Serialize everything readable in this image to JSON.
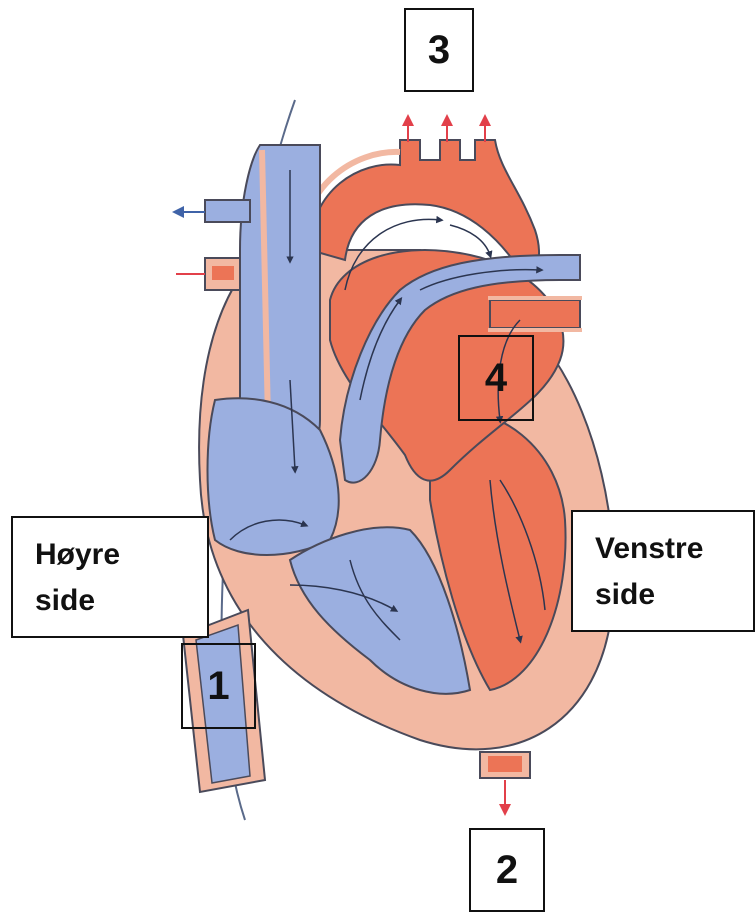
{
  "labels": {
    "right_side_line1": "Høyre",
    "right_side_line2": "side",
    "left_side_line1": "Venstre",
    "left_side_line2": "side",
    "marker_1": "1",
    "marker_2": "2",
    "marker_3": "3",
    "marker_4": "4"
  },
  "colors": {
    "deoxygenated_blood": "#9bafe0",
    "oxygenated_blood": "#ec7456",
    "heart_wall": "#f2b8a2",
    "outline": "#4a4a5a",
    "arrow_blue": "#3f63a8",
    "arrow_red": "#e2404a"
  }
}
